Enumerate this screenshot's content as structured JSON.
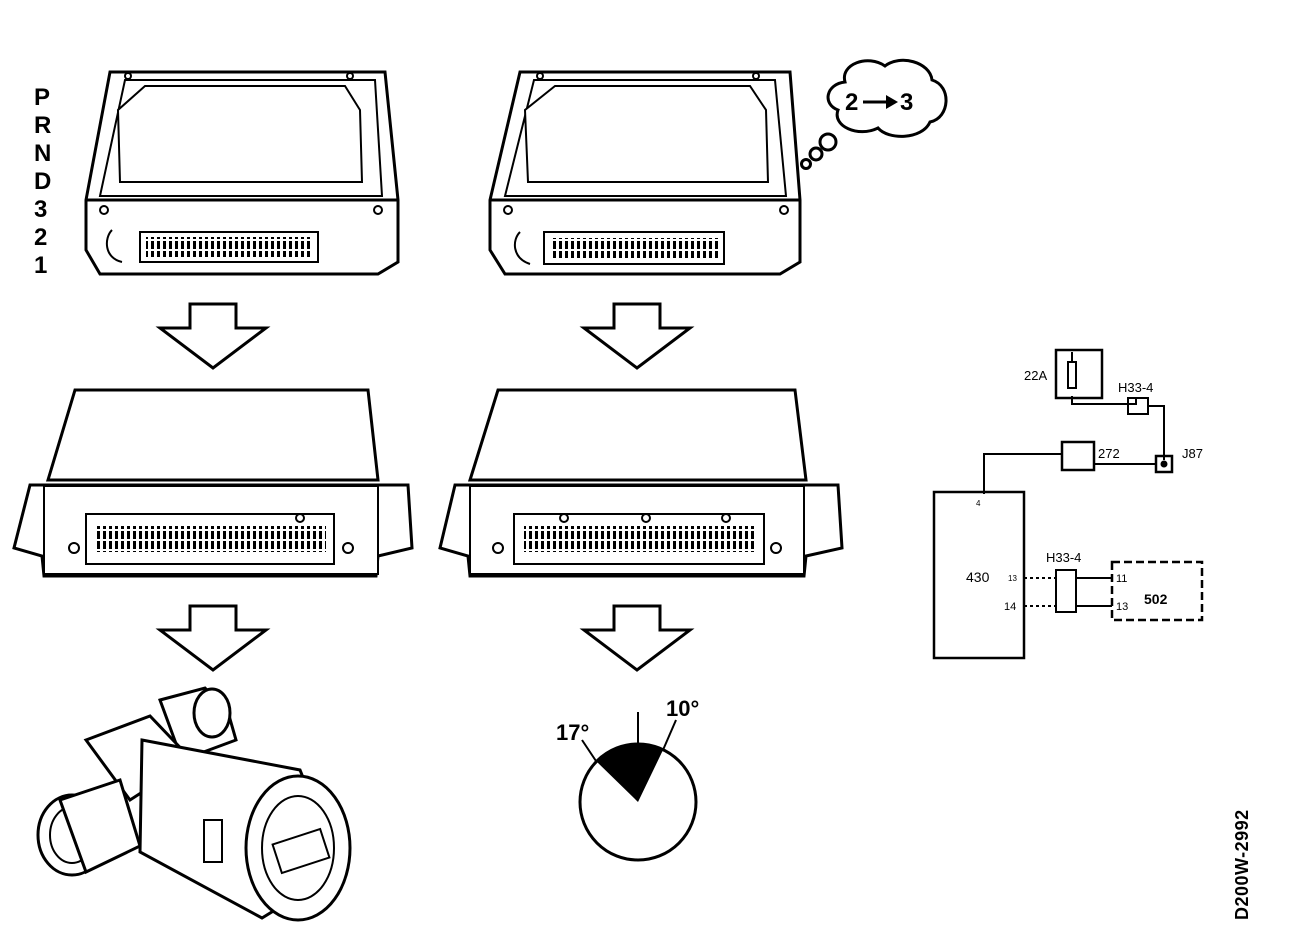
{
  "gear_selector": {
    "positions": [
      "P",
      "R",
      "N",
      "D",
      "3",
      "2",
      "1"
    ]
  },
  "thought_bubble": {
    "from": "2",
    "to": "3"
  },
  "timing_dial": {
    "left_angle_label": "17°",
    "right_angle_label": "10°"
  },
  "wiring": {
    "fuse_label": "22A",
    "connector_top_label": "H33-4",
    "relay_label": "272",
    "junction_label": "J87",
    "module_430_label": "430",
    "module_502_label": "502",
    "connector_bottom_label": "H33-4",
    "pin_14_label": "14",
    "pin_11_label": "11",
    "pin_13_label": "13",
    "pin_13_left_label": "13",
    "pin_4_label": "4"
  },
  "figure_code": "D200W-2992",
  "colors": {
    "ink": "#000000",
    "paper": "#ffffff"
  }
}
